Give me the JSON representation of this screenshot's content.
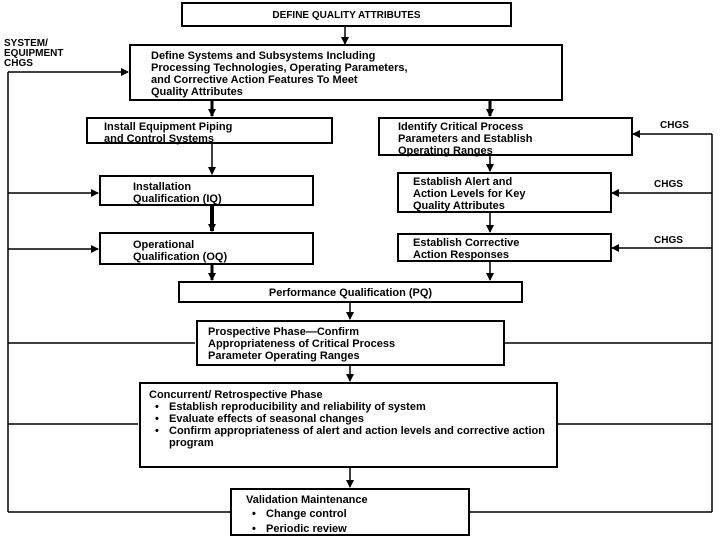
{
  "side_labels": {
    "system_equipment_chgs": [
      "SYSTEM/",
      "EQUIPMENT",
      "CHGS"
    ],
    "chgs_1": "CHGS",
    "chgs_2": "CHGS",
    "chgs_3": "CHGS"
  },
  "boxes": {
    "define_quality": "DEFINE QUALITY ATTRIBUTES",
    "define_systems": [
      "Define Systems and Subsystems Including",
      "Processing Technologies, Operating Parameters,",
      "and Corrective Action Features To Meet",
      "Quality Attributes"
    ],
    "install_equipment": [
      "Install Equipment Piping",
      "and Control Systems"
    ],
    "identify_critical": [
      "Identify Critical Process",
      "Parameters and Establish",
      "Operating Ranges"
    ],
    "installation_qualification": [
      "Installation",
      "Qualification (IQ)"
    ],
    "establish_alert": [
      "Establish Alert and",
      "Action Levels for Key",
      "Quality Attributes"
    ],
    "operational_qualification": [
      "Operational",
      "Qualification (OQ)"
    ],
    "establish_corrective": [
      "Establish Corrective",
      "Action Responses"
    ],
    "performance_qualification": "Performance Qualification (PQ)",
    "prospective_phase": [
      "Prospective Phase—Confirm",
      "Appropriateness of Critical Process",
      "Parameter Operating Ranges"
    ],
    "concurrent_phase": {
      "title": "Concurrent/ Retrospective Phase",
      "bullets": [
        "Establish reproducibility and reliability of system",
        "Evaluate effects of seasonal changes",
        "Confirm appropriateness of alert and action levels and corrective action program"
      ]
    },
    "validation_maintenance": {
      "title": "Validation Maintenance",
      "bullets": [
        "Change control",
        "Periodic review"
      ]
    }
  }
}
